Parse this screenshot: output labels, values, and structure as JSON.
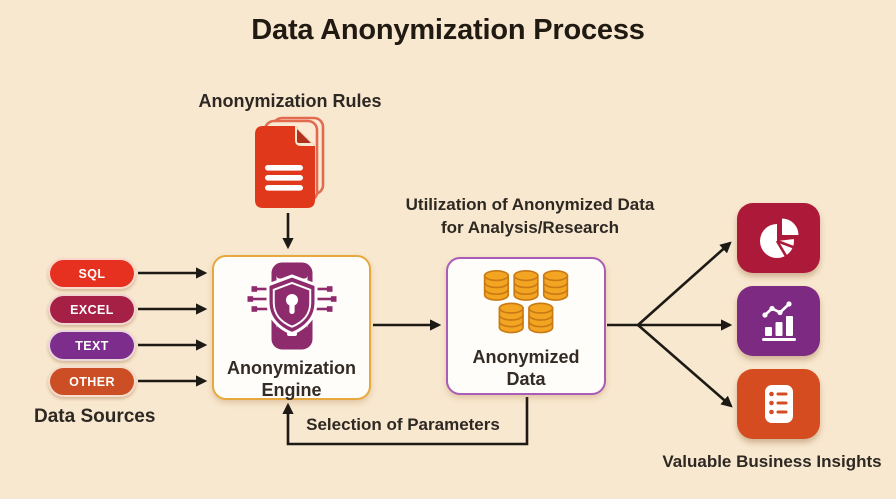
{
  "title": "Data Anonymization Process",
  "colors": {
    "background": "#f8e8cf",
    "arrow": "#1d1a16",
    "heading_text": "#201a13",
    "label_text": "#2e2823",
    "document_red": "#e0381b",
    "engine_purple": "#8d2b6d",
    "engine_border": "#e7a93f",
    "data_border": "#a95cb8",
    "database_orange": "#f3a522"
  },
  "rules": {
    "label": "Anonymization Rules",
    "icon": "document-stack-icon"
  },
  "data_sources": {
    "label": "Data Sources",
    "items": [
      {
        "label": "SQL",
        "color": "#e63120"
      },
      {
        "label": "EXCEL",
        "color": "#a62045"
      },
      {
        "label": "TEXT",
        "color": "#7d2d8c"
      },
      {
        "label": "OTHER",
        "color": "#cb4e24"
      }
    ]
  },
  "engine": {
    "line1": "Anonymization",
    "line2": "Engine",
    "icon": "shield-phone-icon"
  },
  "anonymized_data": {
    "line1": "Anonymized",
    "line2": "Data",
    "icon": "database-stack-icon"
  },
  "utilization": {
    "line1": "Utilization of Anonymized Data",
    "line2": "for Analysis/Research"
  },
  "feedback": {
    "label": "Selection of Parameters"
  },
  "insights": {
    "label": "Valuable Business Insights",
    "items": [
      {
        "icon": "pie-chart-icon",
        "color": "#ad1a39"
      },
      {
        "icon": "bar-chart-icon",
        "color": "#7d2a83"
      },
      {
        "icon": "checklist-icon",
        "color": "#d54c20"
      }
    ]
  }
}
